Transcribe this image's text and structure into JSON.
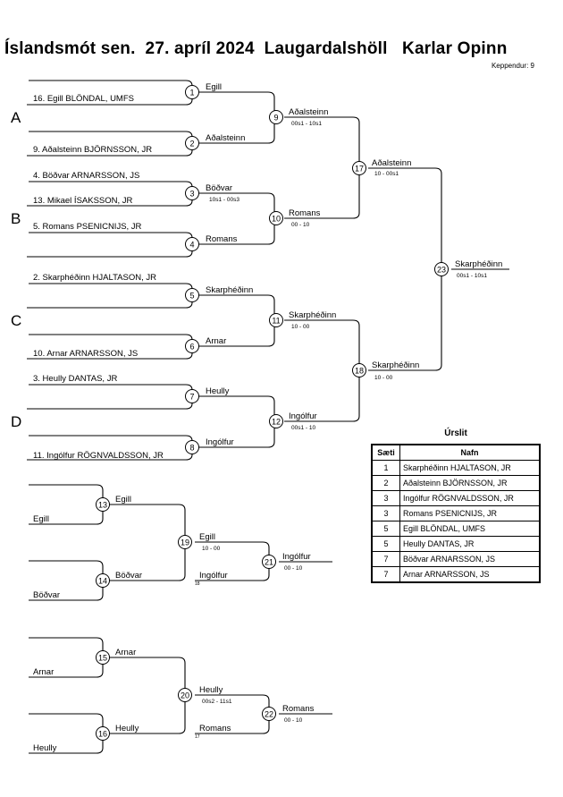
{
  "header": {
    "title": "Íslandsmót sen.  27. apríl 2024  Laugardalshöll   Karlar Opinn",
    "subtitle": "Keppendur: 9"
  },
  "groups": [
    "A",
    "B",
    "C",
    "D"
  ],
  "entrants": {
    "e1": "16. Egill BLÖNDAL, UMFS",
    "e2": "9. Aðalsteinn BJÖRNSSON, JR",
    "e3": "4. Böðvar ARNARSSON, JS",
    "e4": "13. Mikael ÍSAKSSON, JR",
    "e5": "5. Romans PSENICNIJS, JR",
    "e6": "2. Skarphéðinn HJALTASON, JR",
    "e7": "10. Arnar ARNARSSON, JS",
    "e8": "3. Heully DANTAS, JR",
    "e9": "11. Ingólfur RÖGNVALDSSON, JR"
  },
  "main_bracket": {
    "m1": {
      "num": "1",
      "winner": "Egill"
    },
    "m2": {
      "num": "2",
      "winner": "Aðalsteinn"
    },
    "m3": {
      "num": "3",
      "winner": "Böðvar",
      "score": "10s1 - 00s3"
    },
    "m4": {
      "num": "4",
      "winner": "Romans"
    },
    "m5": {
      "num": "5",
      "winner": "Skarphéðinn"
    },
    "m6": {
      "num": "6",
      "winner": "Arnar"
    },
    "m7": {
      "num": "7",
      "winner": "Heully"
    },
    "m8": {
      "num": "8",
      "winner": "Ingólfur"
    },
    "m9": {
      "num": "9",
      "winner": "Aðalsteinn",
      "score": "00s1 - 10s1"
    },
    "m10": {
      "num": "10",
      "winner": "Romans",
      "score": "00 - 10"
    },
    "m11": {
      "num": "11",
      "winner": "Skarphéðinn",
      "score": "10 - 00"
    },
    "m12": {
      "num": "12",
      "winner": "Ingólfur",
      "score": "00s1 - 10"
    },
    "m17": {
      "num": "17",
      "winner": "Aðalsteinn",
      "score": "10 - 00s1"
    },
    "m18": {
      "num": "18",
      "winner": "Skarphéðinn",
      "score": "10 - 00"
    },
    "m23": {
      "num": "23",
      "winner": "Skarphéðinn",
      "score": "00s1 - 10s1"
    }
  },
  "repechage_1": {
    "m13": {
      "num": "13",
      "in_top": "",
      "in_bottom": "Egill",
      "winner": "Egill"
    },
    "m14": {
      "num": "14",
      "in_top": "",
      "in_bottom": "Böðvar",
      "winner": "Böðvar"
    },
    "m19": {
      "num": "19",
      "winner": "Egill",
      "score": "10 - 00",
      "from": "Ingólfur",
      "from_ref": "18"
    },
    "m21": {
      "num": "21",
      "winner": "Ingólfur",
      "score": "00 - 10"
    }
  },
  "repechage_2": {
    "m15": {
      "num": "15",
      "in_top": "",
      "in_bottom": "Arnar",
      "winner": "Arnar"
    },
    "m16": {
      "num": "16",
      "in_top": "",
      "in_bottom": "Heully",
      "winner": "Heully"
    },
    "m20": {
      "num": "20",
      "winner": "Heully",
      "score": "00s2 - 11s1",
      "from": "Romans",
      "from_ref": "17"
    },
    "m22": {
      "num": "22",
      "winner": "Romans",
      "score": "00 - 10"
    }
  },
  "results": {
    "title": "Úrslit",
    "col_place": "Sæti",
    "col_name": "Nafn",
    "rows": [
      {
        "place": "1",
        "name": "Skarphéðinn HJALTASON, JR"
      },
      {
        "place": "2",
        "name": "Aðalsteinn BJÖRNSSON, JR"
      },
      {
        "place": "3",
        "name": "Ingólfur RÖGNVALDSSON, JR"
      },
      {
        "place": "3",
        "name": "Romans PSENICNIJS, JR"
      },
      {
        "place": "5",
        "name": "Egill BLÖNDAL, UMFS"
      },
      {
        "place": "5",
        "name": "Heully DANTAS, JR"
      },
      {
        "place": "7",
        "name": "Böðvar ARNARSSON, JS"
      },
      {
        "place": "7",
        "name": "Arnar ARNARSSON, JS"
      }
    ]
  }
}
